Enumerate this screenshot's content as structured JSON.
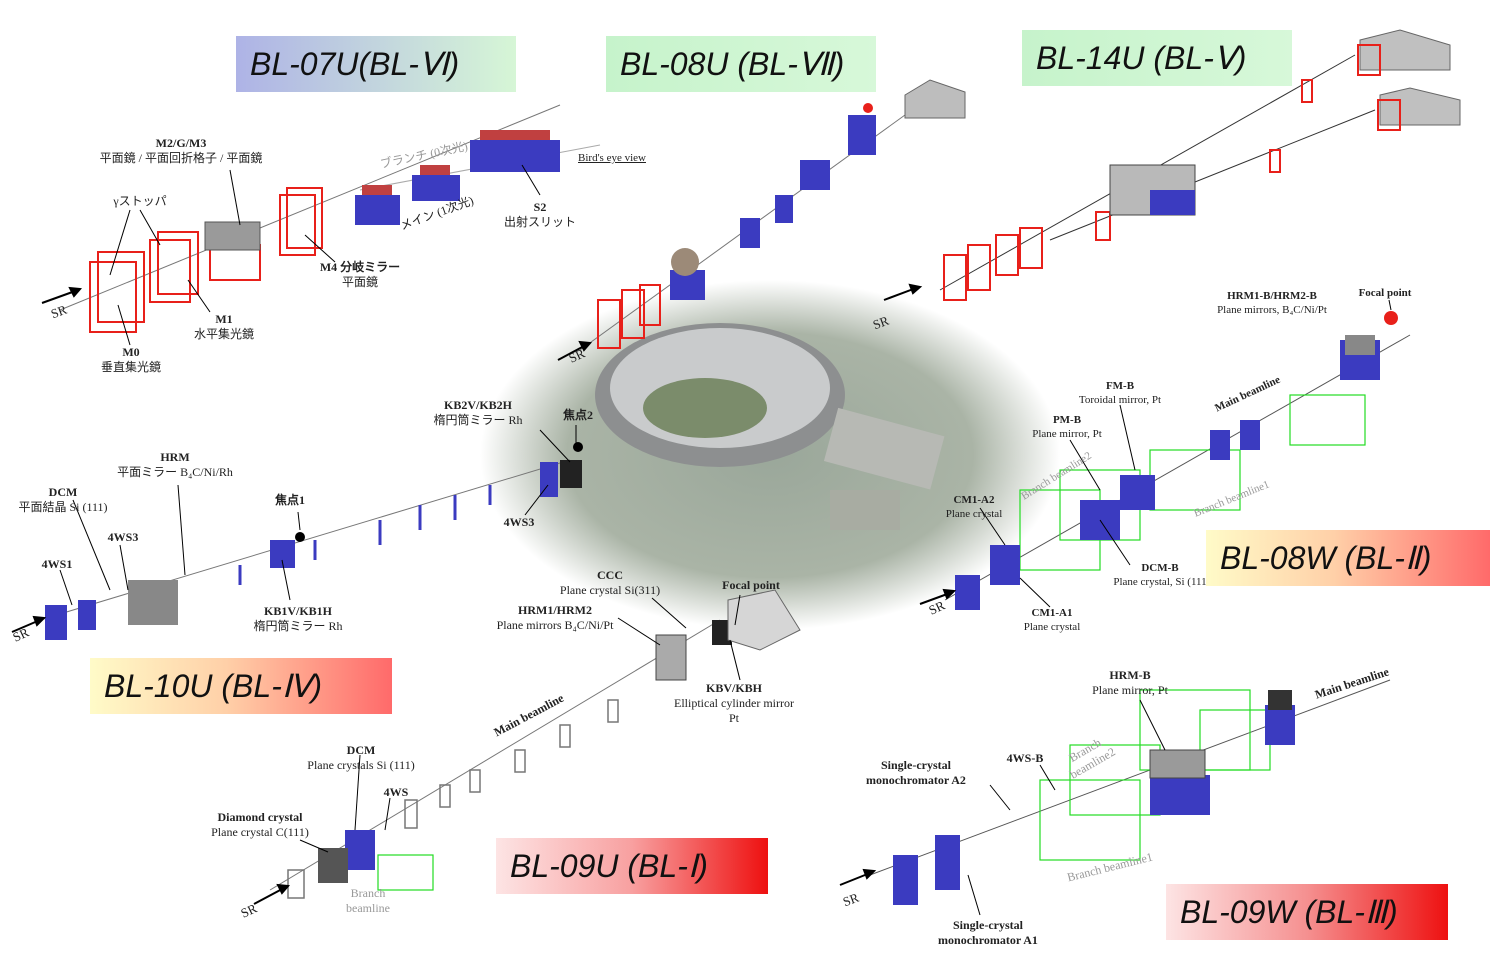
{
  "titles": {
    "bl07u": "BL-07U(BL-Ⅵ)",
    "bl08u": "BL-08U (BL-Ⅶ)",
    "bl14u": "BL-14U (BL-Ⅴ)",
    "bl08w": "BL-08W (BL-Ⅱ)",
    "bl10u": "BL-10U (BL-Ⅳ)",
    "bl09u": "BL-09U (BL-Ⅰ)",
    "bl09w": "BL-09W (BL-Ⅲ)"
  },
  "colors": {
    "title_blue": "#b6bde6",
    "title_green": "#ccf5cf",
    "title_yellow_to_red": [
      "#fff9c8",
      "#ff6f6f"
    ],
    "title_pink_to_red": [
      "#fde0e0",
      "#ee1111"
    ],
    "frame_red": "#e8201a",
    "frame_blue": "#3b3bc0",
    "frame_green": "#22dd22"
  },
  "bl07u": {
    "m2": "M2/G/M3",
    "m2_sub": "平面鏡 / 平面回折格子 / 平面鏡",
    "stopper": "γストッパ",
    "m4": "M4 分岐ミラー",
    "m4_sub": "平面鏡",
    "m1": "M1",
    "m1_sub": "水平集光鏡",
    "m0": "M0",
    "m0_sub": "垂直集光鏡",
    "branch": "ブランチ (0次光)",
    "main": "メイン (1次光)",
    "s2": "S2",
    "s2_sub": "出射スリット",
    "birds_eye": "Bird's eye view",
    "sr": "SR"
  },
  "bl10u": {
    "kb2": "KB2V/KB2H",
    "kb2_sub": "楕円筒ミラー Rh",
    "focus2": "焦点2",
    "hrm": "HRM",
    "hrm_sub": "平面ミラー B₄C/Ni/Rh",
    "dcm": "DCM",
    "dcm_sub": "平面結晶 Si (111)",
    "focus1": "焦点1",
    "ws3": "4WS3",
    "ws1": "4WS1",
    "ws3b": "4WS3",
    "kb1": "KB1V/KB1H",
    "kb1_sub": "楕円筒ミラー Rh",
    "sr": "SR"
  },
  "bl08u": {
    "sr": "SR"
  },
  "bl14u": {
    "sr": "SR"
  },
  "bl08w": {
    "hrm1b": "HRM1-B/HRM2-B",
    "hrm1b_sub": "Plane mirrors, B₄C/Ni/Pt",
    "focal": "Focal point",
    "fmb": "FM-B",
    "fmb_sub": "Toroidal mirror, Pt",
    "pmb": "PM-B",
    "pmb_sub": "Plane mirror, Pt",
    "main": "Main beamline",
    "branch2": "Branch beamline2",
    "branch1": "Branch beamline1",
    "cm1a2": "CM1-A2",
    "cm1a2_sub": "Plane crystal",
    "dcmb": "DCM-B",
    "dcmb_sub": "Plane crystal, Si (111",
    "cm1a1": "CM1-A1",
    "cm1a1_sub": "Plane crystal",
    "sr": "SR"
  },
  "bl09u": {
    "ccc": "CCC",
    "ccc_sub": "Plane crystal Si(311)",
    "hrm": "HRM1/HRM2",
    "hrm_sub": "Plane mirrors B₄C/Ni/Pt",
    "focal": "Focal point",
    "kbv": "KBV/KBH",
    "kbv_sub1": "Elliptical cylinder mirror",
    "kbv_sub2": "Pt",
    "main": "Main beamline",
    "dcm": "DCM",
    "dcm_sub": "Plane crystals Si (111)",
    "diamond": "Diamond crystal",
    "diamond_sub": "Plane crystal C(111)",
    "ws": "4WS",
    "branch1": "Branch",
    "branch2": "beamline",
    "sr": "SR"
  },
  "bl09w": {
    "hrmb": "HRM-B",
    "hrmb_sub": "Plane mirror, Pt",
    "main": "Main beamline",
    "a2": "Single-crystal",
    "a2_sub": "monochromator A2",
    "ws": "4WS-B",
    "branch2a": "Branch",
    "branch2b": "beamline2",
    "branch1": "Branch beamline1",
    "a1": "Single-crystal",
    "a1_sub": "monochromator A1",
    "sr": "SR"
  }
}
